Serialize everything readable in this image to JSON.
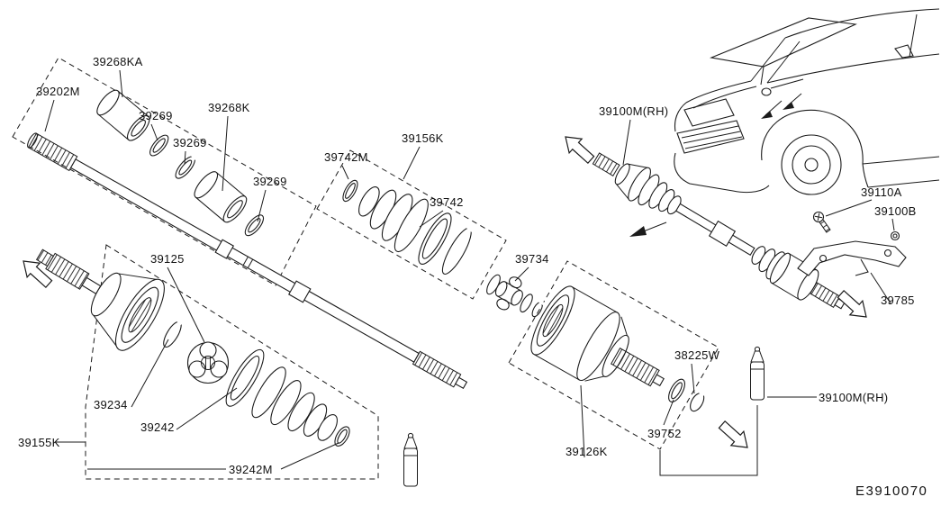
{
  "diagram": {
    "code": "E3910070",
    "labels": [
      {
        "text": "39268KA"
      },
      {
        "text": "39202M"
      },
      {
        "text": "39269"
      },
      {
        "text": "39268K"
      },
      {
        "text": "39269"
      },
      {
        "text": "39269"
      },
      {
        "text": "39742M"
      },
      {
        "text": "39156K"
      },
      {
        "text": "39742"
      },
      {
        "text": "39100M(RH)"
      },
      {
        "text": "39110A"
      },
      {
        "text": "39100B"
      },
      {
        "text": "39734"
      },
      {
        "text": "39125"
      },
      {
        "text": "39785"
      },
      {
        "text": "38225W"
      },
      {
        "text": "39100M(RH)"
      },
      {
        "text": "39234"
      },
      {
        "text": "39242"
      },
      {
        "text": "39155K"
      },
      {
        "text": "39242M"
      },
      {
        "text": "39126K"
      },
      {
        "text": "39752"
      }
    ]
  }
}
